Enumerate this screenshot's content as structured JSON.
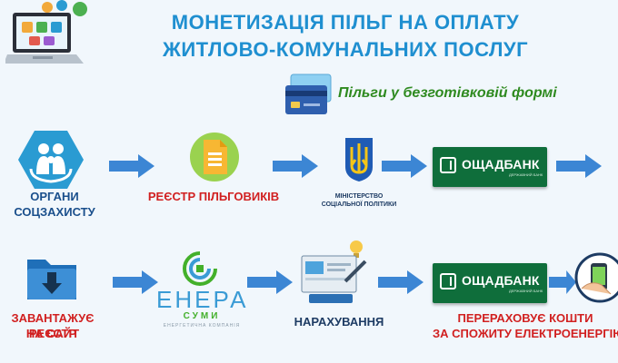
{
  "title": {
    "line1": "МОНЕТИЗАЦІЯ ПІЛЬГ НА ОПЛАТУ",
    "line2": "ЖИТЛОВО-КОМУНАЛЬНИХ ПОСЛУГ"
  },
  "subtitle": "Пільги у безготівковій формі",
  "row1": {
    "step1": "ОРГАНИ СОЦЗАХИСТУ",
    "step2": "РЕЄСТР ПІЛЬГОВИКІВ",
    "step3_line1": "МІНІСТЕРСТВО",
    "step3_line2": "СОЦІАЛЬНОЇ ПОЛІТИКИ",
    "bank_name": "ОЩАДБАНК",
    "bank_sub": "ДЕРЖАВНИЙ БАНК"
  },
  "row2": {
    "step1_line1": "ЗАВАНТАЖУЄ РЕЄСТР",
    "step1_line2": "НА САЙТ",
    "enera_name": "ЕНЕРА",
    "enera_city": "СУМИ",
    "enera_sub": "ЕНЕРГЕТИЧНА КОМПАНІЯ",
    "step3": "НАРАХУВАННЯ",
    "bank_name": "ОЩАДБАНК",
    "bank_sub": "ДЕРЖАВНИЙ БАНК",
    "step4_line1": "ПЕРЕРАХОВУЄ КОШТИ",
    "step4_line2": "ЗА СПОЖИТУ ЕЛЕКТРОЕНЕРГІЮ"
  },
  "colors": {
    "title": "#1f8fd0",
    "subtitle": "#2e8a1f",
    "arrow": "#3c86d4",
    "label_blue": "#1a4f8c",
    "label_red": "#d12020",
    "bank_green": "#0f6e3b",
    "hexagon": "#2a9bd2",
    "enera_green": "#43b02a",
    "enera_blue": "#3a9bd5"
  },
  "icons": [
    "laptop-apps-icon",
    "credit-cards-icon",
    "family-care-icon",
    "document-icon",
    "ukraine-trident-icon",
    "bank-logo-icon",
    "download-folder-icon",
    "enera-logo-icon",
    "billing-computer-icon",
    "mobile-payment-icon"
  ]
}
